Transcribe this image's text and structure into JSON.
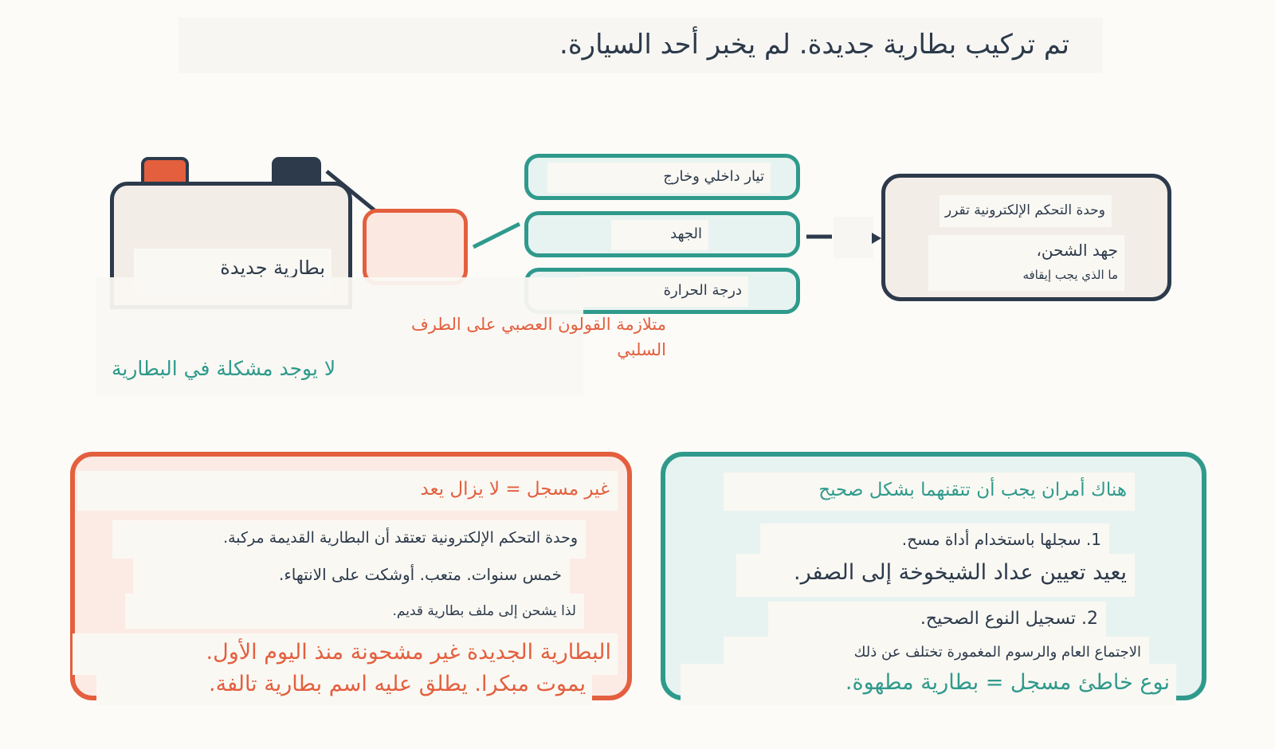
{
  "title": "تم تركيب بطارية جديدة. لم يخبر أحد السيارة.",
  "battery": {
    "label": "بطارية جديدة"
  },
  "readings": [
    "تيار داخلي وخارج",
    "الجهد",
    "درجة الحرارة"
  ],
  "ecu": {
    "line1": "وحدة التحكم الإلكترونية تقرر",
    "line2": "جهد الشحن،",
    "line3": "ما الذي يجب إيقافه"
  },
  "warnings": {
    "red": "متلازمة القولون العصبي على الطرف السلبي",
    "teal": "لا يوجد مشكلة في البطارية"
  },
  "card_red": {
    "heading": "غير مسجل = لا يزال يعد",
    "lines": [
      "وحدة التحكم الإلكترونية تعتقد أن البطارية القديمة مركبة.",
      "خمس سنوات. متعب. أوشكت على الانتهاء.",
      "لذا يشحن إلى ملف بطارية قديم."
    ],
    "conclusion1": "البطارية الجديدة غير مشحونة منذ اليوم الأول.",
    "conclusion2": "يموت مبكرا. يطلق عليه اسم بطارية تالفة."
  },
  "card_teal": {
    "heading": "هناك أمران يجب أن تتقنهما بشكل صحيح",
    "step1": "1. سجلها باستخدام أداة مسح.",
    "step1_detail": "يعيد تعيين عداد الشيخوخة إلى الصفر.",
    "step2": "2. تسجيل النوع الصحيح.",
    "step2_detail": "الاجتماع العام والرسوم المغمورة تختلف عن ذلك",
    "conclusion": "نوع خاطئ مسجل = بطارية مطهوة."
  },
  "colors": {
    "dark": "#2c3a4b",
    "accent_red": "#e35f3e",
    "accent_teal": "#2f9a8c"
  }
}
